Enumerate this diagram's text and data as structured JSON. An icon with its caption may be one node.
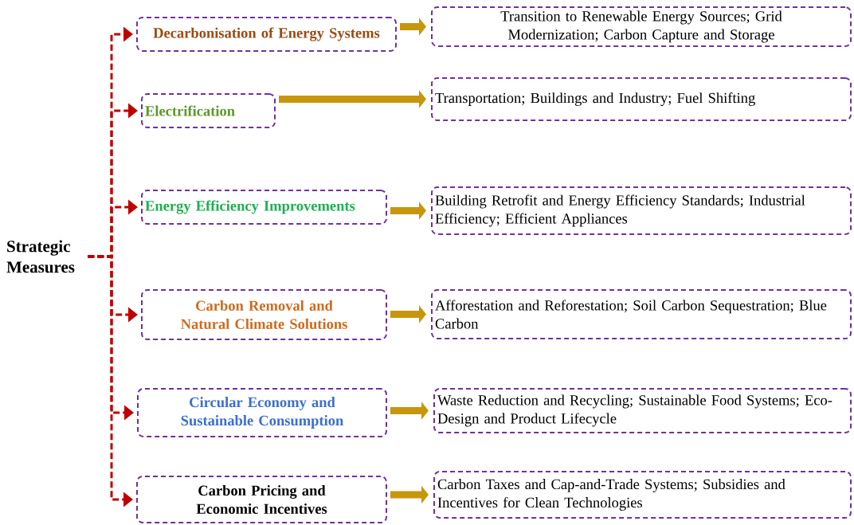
{
  "diagram": {
    "nodes": [
      {
        "text": [
          "Strategic Measures"
        ]
      },
      {
        "text": [
          "Decarbonisation of Energy Systems"
        ]
      },
      {
        "text": [
          "Electrification"
        ]
      },
      {
        "text": [
          "Energy Efficiency Improvements"
        ]
      },
      {
        "text": [
          "Carbon Removal and Natural Climate Solutions"
        ]
      },
      {
        "text": [
          "Circular Economy and Sustainable Consumption"
        ]
      },
      {
        "text": [
          "Carbon Pricing and Economic Incentives"
        ]
      },
      {
        "text": [
          "Transition to Renewable Energy Sources; Grid Modernization; Carbon Capture and Storage"
        ]
      },
      {
        "text": [
          "Transportation; Buildings and Industry; Fuel Shifting"
        ]
      },
      {
        "text": [
          "Building Retrofit and Energy Efficiency Standards; Industrial Efficiency; Efficient Appliances"
        ]
      },
      {
        "text": [
          "Afforestation and Reforestation; Soil Carbon Sequestration; Blue Carbon"
        ]
      },
      {
        "text": [
          "Waste Reduction and Recycling; Sustainable Food Systems; Eco-Design and Product Lifecycle"
        ]
      },
      {
        "text": [
          "Carbon Taxes and Cap-and-Trade Systems; Subsidies and Incentives for Clean Technologies"
        ]
      }
    ],
    "edges": [
      {
        "from": 0,
        "to": 1,
        "arrow": "to",
        "style": "dashed",
        "color": "#c00000"
      },
      {
        "from": 0,
        "to": 2,
        "arrow": "to",
        "style": "dashed",
        "color": "#c00000"
      },
      {
        "from": 0,
        "to": 3,
        "arrow": "to",
        "style": "dashed",
        "color": "#c00000"
      },
      {
        "from": 0,
        "to": 4,
        "arrow": "to",
        "style": "dashed",
        "color": "#c00000"
      },
      {
        "from": 0,
        "to": 5,
        "arrow": "to",
        "style": "dashed",
        "color": "#c00000"
      },
      {
        "from": 0,
        "to": 6,
        "arrow": "to",
        "style": "dashed",
        "color": "#c00000"
      },
      {
        "from": 1,
        "to": 7,
        "arrow": "to",
        "style": "thick",
        "color": "#c8960c"
      },
      {
        "from": 2,
        "to": 8,
        "arrow": "to",
        "style": "thick",
        "color": "#c8960c"
      },
      {
        "from": 3,
        "to": 9,
        "arrow": "to",
        "style": "thick",
        "color": "#c8960c"
      },
      {
        "from": 4,
        "to": 10,
        "arrow": "to",
        "style": "thick",
        "color": "#c8960c"
      },
      {
        "from": 5,
        "to": 11,
        "arrow": "to",
        "style": "thick",
        "color": "#c8960c"
      },
      {
        "from": 6,
        "to": 12,
        "arrow": "to",
        "style": "thick",
        "color": "#c8960c"
      }
    ]
  }
}
